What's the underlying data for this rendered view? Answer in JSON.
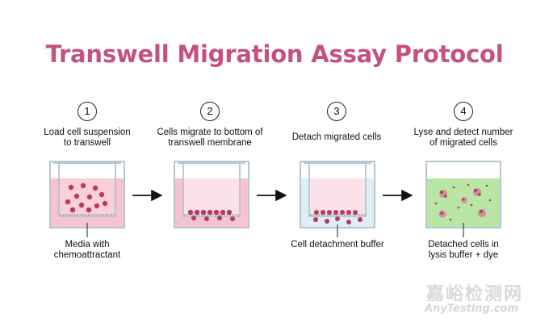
{
  "title": "Transwell Migration Assay Protocol",
  "steps": [
    {
      "number": "1",
      "label_line1": "Load cell suspension",
      "label_line2": "to transwell",
      "callout_line1": "Media with",
      "callout_line2": "chemoattractant"
    },
    {
      "number": "2",
      "label_line1": "Cells migrate to bottom of",
      "label_line2": "transwell membrane",
      "callout_line1": "",
      "callout_line2": ""
    },
    {
      "number": "3",
      "label_line1": "Detach migrated cells",
      "label_line2": "",
      "callout_line1": "Cell detachment buffer",
      "callout_line2": ""
    },
    {
      "number": "4",
      "label_line1": "Lyse and detect number",
      "label_line2": "of migrated cells",
      "callout_line1": "Detached cells in",
      "callout_line2": "lysis buffer + dye"
    }
  ],
  "watermark": {
    "cn": "嘉峪检测网",
    "en": "AnyTesting.com"
  },
  "colors": {
    "title": "#c4527f",
    "media_pink": "#f7c3d0",
    "insert_pink": "#fbe1e8",
    "buffer_blue": "#deeef4",
    "lysis_green": "#b9e6a4",
    "cell": "#b83a62"
  }
}
